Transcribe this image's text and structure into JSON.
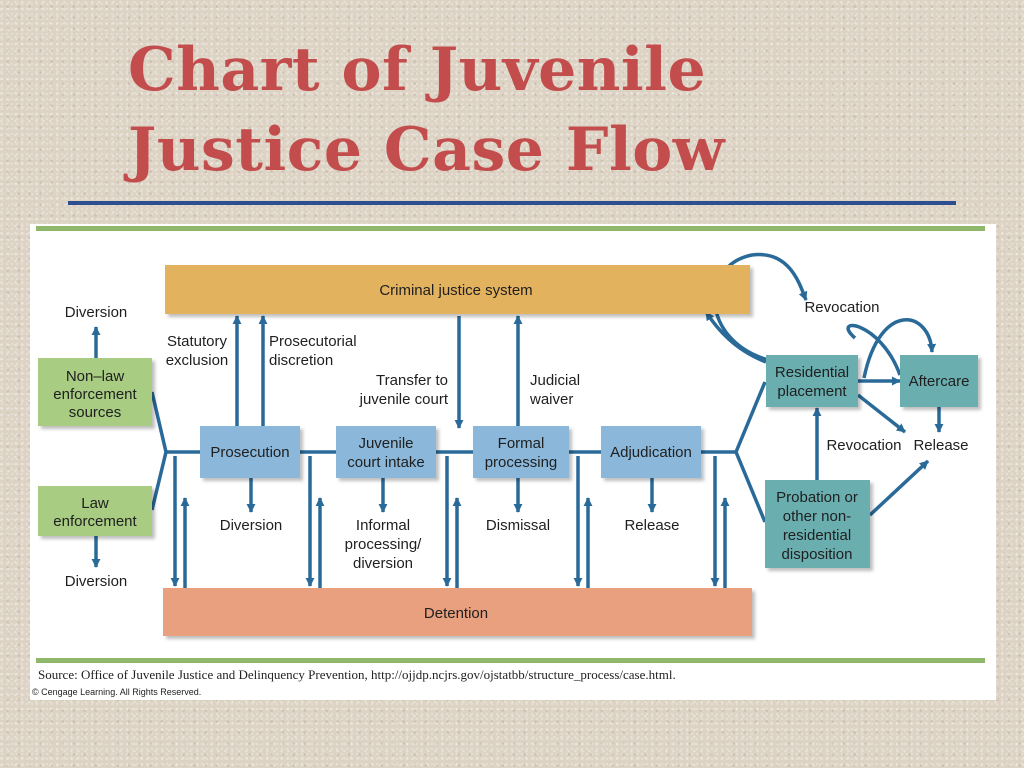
{
  "title": {
    "line1": "Chart of Juvenile",
    "line2": "Justice Case Flow"
  },
  "colors": {
    "title": "#c24d4c",
    "title_rule": "#2d4e8f",
    "accent_rule": "#8fb86a",
    "arrow": "#2a6a98",
    "criminal_box": "#e3b25f",
    "detention_box": "#e8a07e",
    "stage_box": "#8bb8da",
    "source_box": "#a7cc82",
    "outcome_box": "#6aaeb0"
  },
  "nodes": {
    "criminal_justice": "Criminal justice system",
    "detention": "Detention",
    "non_law": [
      "Non–law",
      "enforcement",
      "sources"
    ],
    "law_enforcement": [
      "Law",
      "enforcement"
    ],
    "prosecution": [
      "Prosecution"
    ],
    "intake": [
      "Juvenile",
      "court intake"
    ],
    "formal": [
      "Formal",
      "processing"
    ],
    "adjudication": [
      "Adjudication"
    ],
    "residential": [
      "Residential",
      "placement"
    ],
    "aftercare": [
      "Aftercare"
    ],
    "probation": [
      "Probation or",
      "other non-",
      "residential",
      "disposition"
    ]
  },
  "labels": {
    "diversion_top": "Diversion",
    "diversion_bottom": "Diversion",
    "statutory": [
      "Statutory",
      "exclusion"
    ],
    "prosecutorial": [
      "Prosecutorial",
      "discretion"
    ],
    "transfer": [
      "Transfer to",
      "juvenile court"
    ],
    "judicial": [
      "Judicial",
      "waiver"
    ],
    "diversion_mid": "Diversion",
    "informal": [
      "Informal",
      "processing/",
      "diversion"
    ],
    "dismissal": "Dismissal",
    "release_mid": "Release",
    "revocation_top": "Revocation",
    "revocation_mid": "Revocation",
    "release_right": "Release"
  },
  "footer": {
    "source": "Source: Office of Juvenile Justice and Delinquency Prevention, http://ojjdp.ncjrs.gov/ojstatbb/structure_process/case.html.",
    "copyright": "© Cengage Learning. All Rights Reserved."
  }
}
